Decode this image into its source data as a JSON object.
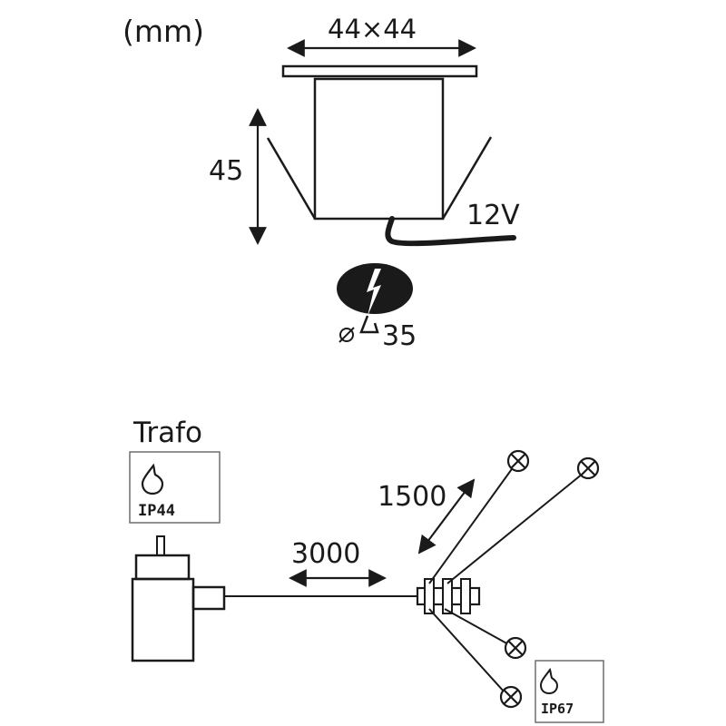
{
  "top": {
    "unit_label": "(mm)",
    "width_label": "44×44",
    "height_label": "45",
    "voltage_label": "12V",
    "hole_label": "35"
  },
  "bottom": {
    "trafo_label": "Trafo",
    "trafo_rating": "IP44",
    "cable_length_main": "3000",
    "cable_length_branch": "1500",
    "light_rating": "IP67"
  },
  "colors": {
    "ink": "#1a1a1a",
    "paper": "#ffffff",
    "box_border": "#6e6e6e"
  }
}
